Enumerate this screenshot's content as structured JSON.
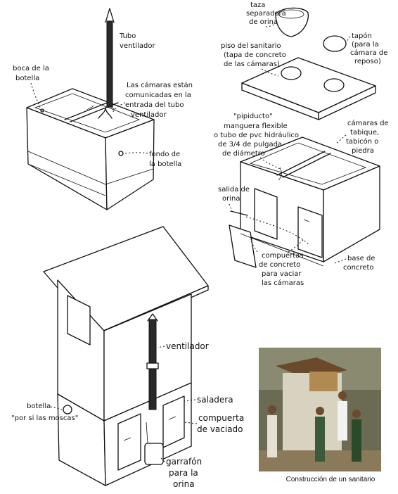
{
  "box": {
    "tubo": [
      "Tubo",
      "ventilador"
    ],
    "boca": [
      "boca de la",
      "botella"
    ],
    "camaras": [
      "Las cámaras están",
      "comunicadas en la",
      "entrada del tubo",
      "ventilador"
    ],
    "fondo": [
      "fondo de",
      "la botella"
    ]
  },
  "parts": {
    "taza": [
      "taza",
      "separadora",
      "de orina"
    ],
    "tapon": [
      "tapón",
      "(para la",
      "cámara de",
      "reposo)"
    ],
    "piso": [
      "piso del sanitario",
      "(tapa de concreto",
      "de las cámaras)"
    ],
    "pipi": [
      "\"pipiducto\"",
      "manguera flexible",
      "o tubo de pvc hidráulico",
      "de 3/4 de pulgada",
      "de diámetro"
    ],
    "tabique": [
      "cámaras de",
      "tabique,",
      "tabicón o",
      "piedra"
    ],
    "salida": [
      "salida de",
      "orina"
    ],
    "compuertas": [
      "compuertas",
      "de concreto",
      "para vaciar",
      "las cámaras"
    ],
    "base": [
      "base de",
      "concreto"
    ]
  },
  "latrine": {
    "ventilador": "ventilador",
    "botella": "botella",
    "moscas": "\"por si las moscas\"",
    "saladera": "saladera",
    "compuerta": [
      "compuerta",
      "de vaciado"
    ],
    "garrafon": [
      "garrafón",
      "para la",
      "orina"
    ]
  },
  "photo": {
    "caption": "Construcción de un sanitario"
  }
}
